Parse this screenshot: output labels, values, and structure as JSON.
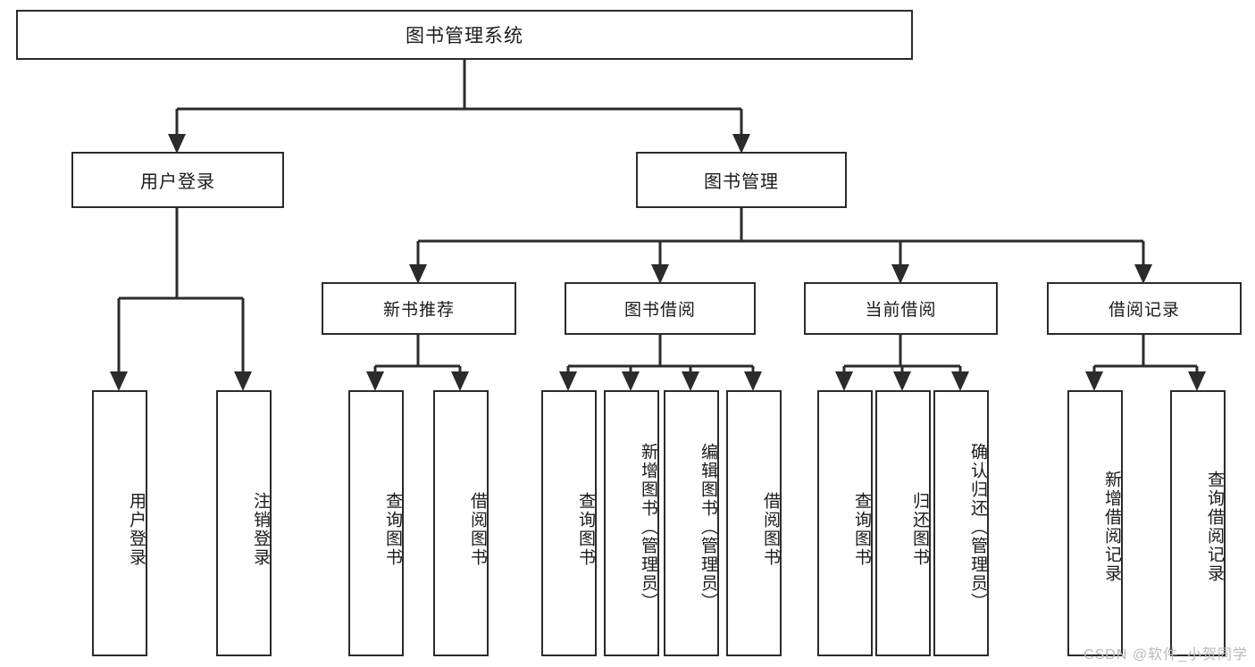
{
  "diagram": {
    "title": "图书管理系统",
    "type": "tree",
    "root": {
      "label": "图书管理系统"
    },
    "level1": [
      {
        "label": "用户登录"
      },
      {
        "label": "图书管理"
      }
    ],
    "level2": [
      {
        "label": "新书推荐"
      },
      {
        "label": "图书借阅"
      },
      {
        "label": "当前借阅"
      },
      {
        "label": "借阅记录"
      }
    ],
    "leaves": {
      "user_login": [
        {
          "label": "用户登录"
        },
        {
          "label": "注销登录"
        }
      ],
      "new_book_recommend": [
        {
          "label": "查询图书"
        },
        {
          "label": "借阅图书"
        }
      ],
      "book_borrow": [
        {
          "label": "查询图书"
        },
        {
          "label": "新增图书（管理员）"
        },
        {
          "label": "编辑图书（管理员）"
        },
        {
          "label": "借阅图书"
        }
      ],
      "current_borrow": [
        {
          "label": "查询图书"
        },
        {
          "label": "归还图书"
        },
        {
          "label": "确认归还（管理员）"
        }
      ],
      "borrow_record": [
        {
          "label": "新增借阅记录"
        },
        {
          "label": "查询借阅记录"
        }
      ]
    }
  },
  "watermark": {
    "text": "CSDN @软件_小贺同学"
  },
  "colors": {
    "border": "#2b2b2b",
    "background": "#ffffff",
    "text": "#1a1a1a",
    "watermark": "#b9b9b9"
  }
}
